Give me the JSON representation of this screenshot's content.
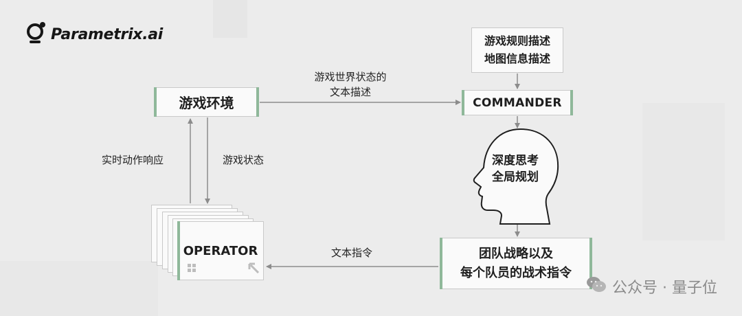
{
  "brand": {
    "name": "Parametrix.ai"
  },
  "nodes": {
    "environment": "游戏环境",
    "commander": "COMMANDER",
    "rules_line1": "游戏规则描述",
    "rules_line2": "地图信息描述",
    "thinking_line1": "深度思考",
    "thinking_line2": "全局规划",
    "operator": "OPERATOR",
    "strategy_line1": "团队战略以及",
    "strategy_line2": "每个队员的战术指令"
  },
  "edges": {
    "env_to_commander_line1": "游戏世界状态的",
    "env_to_commander_line2": "文本描述",
    "operator_to_env": "实时动作响应",
    "env_to_operator": "游戏状态",
    "strategy_to_operator": "文本指令"
  },
  "watermark": {
    "text": "公众号 · 量子位"
  },
  "colors": {
    "accent": "#8fb89a",
    "line": "#8c8c8c",
    "box_bg": "#fafafa"
  },
  "icons": [
    "parametrix-logo-icon",
    "head-silhouette-icon",
    "wechat-icon",
    "corner-arrow-icon",
    "grid-dots-icon"
  ]
}
